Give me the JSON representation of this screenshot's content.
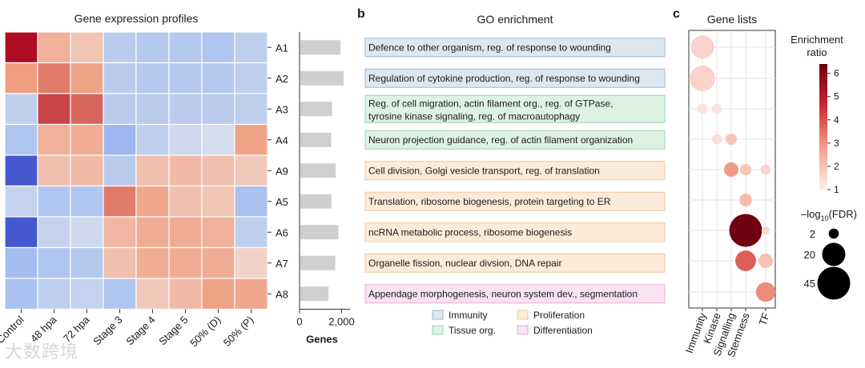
{
  "watermark": "大数跨境",
  "heatmap": {
    "title": "Gene expression profiles",
    "columns": [
      "Control",
      "48 hpa",
      "72 hpa",
      "Stage 3",
      "Stage 4",
      "Stage 5",
      "50% (D)",
      "50% (P)"
    ],
    "rows": [
      "A1",
      "A2",
      "A3",
      "A4",
      "A9",
      "A5",
      "A6",
      "A7",
      "A8"
    ],
    "values": [
      [
        2.6,
        0.9,
        0.5,
        -0.7,
        -0.8,
        -0.8,
        -0.9,
        -0.6
      ],
      [
        1.3,
        1.6,
        1.2,
        -0.7,
        -0.8,
        -0.8,
        -0.8,
        -0.6
      ],
      [
        -0.6,
        2.1,
        1.8,
        -0.7,
        -0.7,
        -0.7,
        -0.7,
        -0.6
      ],
      [
        -0.9,
        0.9,
        1.0,
        -1.3,
        -0.6,
        -0.3,
        -0.2,
        1.2
      ],
      [
        -2.4,
        0.6,
        0.7,
        -0.7,
        0.6,
        0.7,
        0.6,
        0.4
      ],
      [
        -0.5,
        -0.9,
        -0.9,
        1.6,
        1.1,
        0.6,
        0.5,
        -1.0
      ],
      [
        -2.4,
        -0.5,
        -0.3,
        0.8,
        1.0,
        1.0,
        0.9,
        -0.6
      ],
      [
        -1.1,
        -0.9,
        -0.8,
        0.6,
        1.0,
        1.0,
        1.0,
        0.2
      ],
      [
        -1.0,
        -0.6,
        -0.5,
        -0.9,
        0.4,
        0.7,
        1.2,
        1.1
      ]
    ]
  },
  "chart_data": [
    {
      "type": "bar",
      "categories": [
        "A1",
        "A2",
        "A3",
        "A4",
        "A9",
        "A5",
        "A6",
        "A7",
        "A8"
      ],
      "values": [
        1950,
        2100,
        1550,
        1500,
        1720,
        1520,
        1850,
        1700,
        1380
      ],
      "xlabel": "Genes",
      "xlim": [
        0,
        2400
      ],
      "xticks": [
        0,
        2000
      ],
      "xtick_labels": [
        "0",
        "2,000"
      ]
    },
    {
      "type": "scatter",
      "xlabel": "",
      "ylabel": "",
      "x_categories": [
        "Immunity",
        "Kinase",
        "Signalling",
        "Stemness",
        "TF"
      ],
      "y_rows": 9,
      "points": [
        {
          "x": "Immunity",
          "row": 1,
          "ratio": 1.6,
          "logfdr": 20
        },
        {
          "x": "Immunity",
          "row": 2,
          "ratio": 1.6,
          "logfdr": 25
        },
        {
          "x": "Immunity",
          "row": 3,
          "ratio": 1.3,
          "logfdr": 2
        },
        {
          "x": "Kinase",
          "row": 3,
          "ratio": 1.3,
          "logfdr": 2
        },
        {
          "x": "Kinase",
          "row": 4,
          "ratio": 1.4,
          "logfdr": 2
        },
        {
          "x": "Signalling",
          "row": 4,
          "ratio": 1.9,
          "logfdr": 3
        },
        {
          "x": "Signalling",
          "row": 5,
          "ratio": 2.8,
          "logfdr": 6
        },
        {
          "x": "Stemness",
          "row": 5,
          "ratio": 1.9,
          "logfdr": 3
        },
        {
          "x": "TF",
          "row": 5,
          "ratio": 1.6,
          "logfdr": 2
        },
        {
          "x": "Stemness",
          "row": 6,
          "ratio": 2.1,
          "logfdr": 4
        },
        {
          "x": "Stemness",
          "row": 7,
          "ratio": 6.3,
          "logfdr": 45
        },
        {
          "x": "TF",
          "row": 7,
          "ratio": 1.5,
          "logfdr": 1
        },
        {
          "x": "Stemness",
          "row": 8,
          "ratio": 3.7,
          "logfdr": 15
        },
        {
          "x": "TF",
          "row": 8,
          "ratio": 2.0,
          "logfdr": 6
        },
        {
          "x": "TF",
          "row": 9,
          "ratio": 3.0,
          "logfdr": 13
        }
      ],
      "color_scale": {
        "min": 1,
        "max": 6.4,
        "low": "#fdf0ec",
        "high": "#6b0010"
      }
    }
  ],
  "go": {
    "panel_label": "b",
    "title": "GO enrichment",
    "terms": [
      {
        "text": "Defence to other organism, reg. of response to wounding",
        "category": "immunity"
      },
      {
        "text": "Regulation of cytokine production, reg. of response to wounding",
        "category": "immunity"
      },
      {
        "text": [
          "Reg. of cell migration, actin filament org., reg. of GTPase,",
          "tyrosine kinase signaling, reg. of macroautophagy"
        ],
        "category": "tissue"
      },
      {
        "text": "Neuron projection guidance, reg. of actin filament organization",
        "category": "tissue"
      },
      {
        "text": "Cell division, Golgi vesicle transport, reg. of translation",
        "category": "proliferation"
      },
      {
        "text": "Translation, ribosome biogenesis, protein targeting to ER",
        "category": "proliferation"
      },
      {
        "text": "ncRNA metabolic process, ribosome biogenesis",
        "category": "proliferation"
      },
      {
        "text": "Organelle fission, nuclear divsion, DNA repair",
        "category": "proliferation"
      },
      {
        "text": "Appendage morphogenesis, neuron system dev., segmentation",
        "category": "differentiation"
      }
    ],
    "legend": [
      {
        "key": "immunity",
        "label": "Immunity"
      },
      {
        "key": "tissue",
        "label": "Tissue org."
      },
      {
        "key": "proliferation",
        "label": "Proliferation"
      },
      {
        "key": "differentiation",
        "label": "Differentiation"
      }
    ],
    "colors": {
      "immunity": {
        "fill": "#dde7f1",
        "stroke": "#9fb8d3"
      },
      "tissue": {
        "fill": "#def2e4",
        "stroke": "#9fd3b1"
      },
      "proliferation": {
        "fill": "#fdebd9",
        "stroke": "#f1c79b"
      },
      "differentiation": {
        "fill": "#f9e2f1",
        "stroke": "#e4b0d4"
      }
    }
  },
  "genelists": {
    "panel_label": "c",
    "title": "Gene lists"
  },
  "legends": {
    "ratio_title": [
      "Enrichment",
      "ratio"
    ],
    "ratio_ticks": [
      1,
      2,
      3,
      4,
      5,
      6
    ],
    "fdr_title_prefix": "–log",
    "fdr_title_sub": "10",
    "fdr_title_suffix": "(FDR)",
    "fdr_sizes": [
      2,
      20,
      45
    ]
  }
}
